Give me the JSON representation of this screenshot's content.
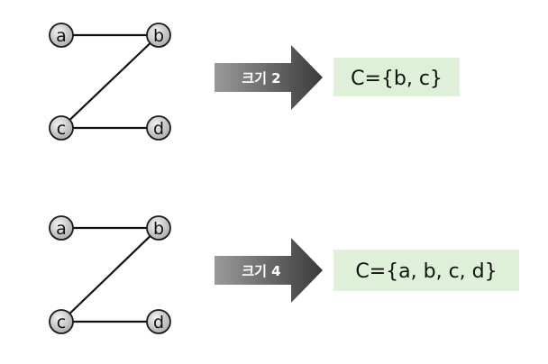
{
  "colors": {
    "node_fill_light": "#f4f4f4",
    "node_fill_dark": "#a9a9a9",
    "node_stroke": "#1a1a1a",
    "edge": "#111111",
    "arrow_light": "#9a9a9a",
    "arrow_dark": "#3a3a3a",
    "result_box": "#dff0d8"
  },
  "panels": [
    {
      "nodes": [
        "a",
        "b",
        "c",
        "d"
      ],
      "edges": [
        [
          "a",
          "b"
        ],
        [
          "b",
          "c"
        ],
        [
          "c",
          "d"
        ]
      ],
      "arrow_label": "크기 2",
      "result": "C={b, c}"
    },
    {
      "nodes": [
        "a",
        "b",
        "c",
        "d"
      ],
      "edges": [
        [
          "a",
          "b"
        ],
        [
          "b",
          "c"
        ],
        [
          "c",
          "d"
        ]
      ],
      "arrow_label": "크기 4",
      "result": "C={a, b, c, d}"
    }
  ]
}
